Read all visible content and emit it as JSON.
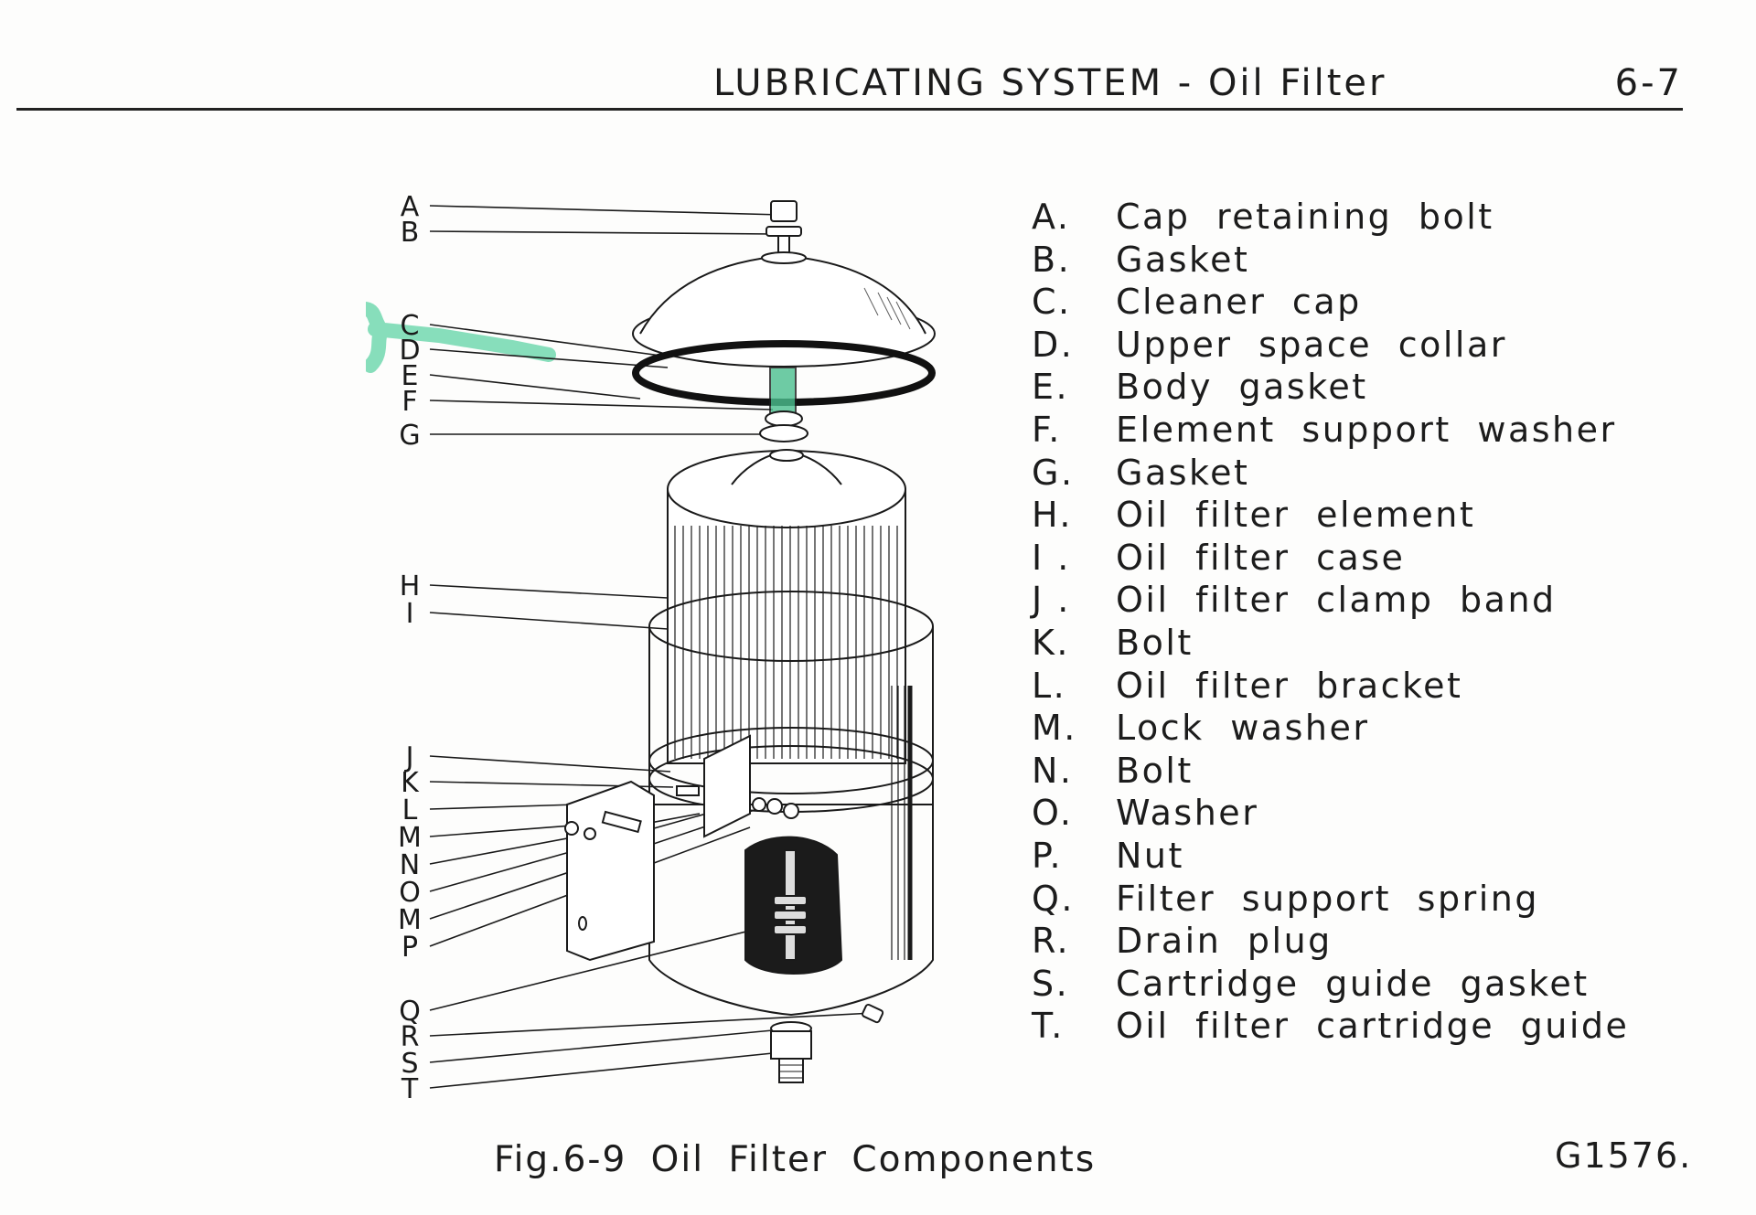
{
  "header": {
    "title": "LUBRICATING SYSTEM - Oil Filter",
    "page_number": "6-7"
  },
  "legend": {
    "items": [
      {
        "letter": "A.",
        "label": "Cap retaining bolt"
      },
      {
        "letter": "B.",
        "label": "Gasket"
      },
      {
        "letter": "C.",
        "label": "Cleaner cap"
      },
      {
        "letter": "D.",
        "label": "Upper space collar"
      },
      {
        "letter": "E.",
        "label": "Body gasket"
      },
      {
        "letter": "F.",
        "label": "Element support washer"
      },
      {
        "letter": "G.",
        "label": "Gasket"
      },
      {
        "letter": "H.",
        "label": "Oil filter element"
      },
      {
        "letter": "I .",
        "label": "Oil filter case"
      },
      {
        "letter": "J .",
        "label": "Oil filter clamp band"
      },
      {
        "letter": "K.",
        "label": "Bolt"
      },
      {
        "letter": "L.",
        "label": "Oil filter bracket"
      },
      {
        "letter": "M.",
        "label": "Lock washer"
      },
      {
        "letter": "N.",
        "label": "Bolt"
      },
      {
        "letter": "O.",
        "label": "Washer"
      },
      {
        "letter": "P.",
        "label": "Nut"
      },
      {
        "letter": "Q.",
        "label": "Filter support spring"
      },
      {
        "letter": "R.",
        "label": "Drain plug"
      },
      {
        "letter": "S.",
        "label": "Cartridge guide gasket"
      },
      {
        "letter": "T.",
        "label": "Oil filter cartridge guide"
      }
    ]
  },
  "diagram": {
    "callouts": [
      "A",
      "B",
      "C",
      "D",
      "E",
      "F",
      "G",
      "H",
      "I",
      "J",
      "K",
      "L",
      "M",
      "N",
      "O",
      "M",
      "P",
      "Q",
      "R",
      "S",
      "T"
    ]
  },
  "caption": {
    "text": "Fig.6-9 Oil Filter Components",
    "code": "G1576."
  },
  "colors": {
    "ink": "#1c1c1c",
    "highlighter": "#5fd3a6",
    "paper": "#fdfdfc"
  }
}
